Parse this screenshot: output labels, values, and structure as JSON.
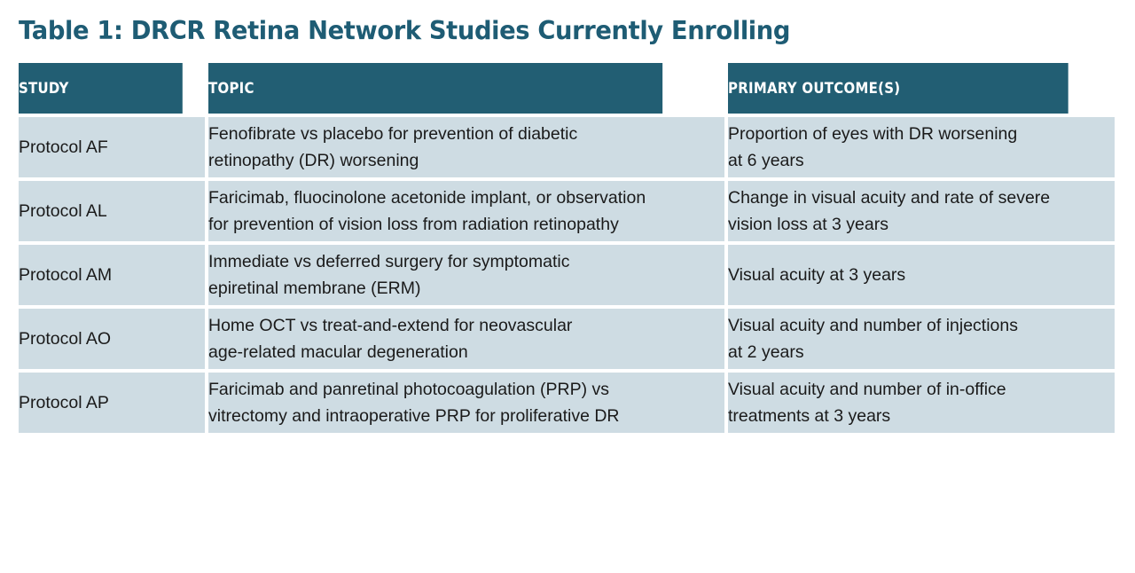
{
  "title": "Table 1: DRCR Retina Network Studies Currently Enrolling",
  "colors": {
    "header_background": "#225E73",
    "header_text": "#FFFFFF",
    "cell_background": "#CEDCE3",
    "cell_text": "#1A1A1A",
    "title_text": "#1E5C74",
    "page_background": "#FFFFFF"
  },
  "table": {
    "columns": [
      {
        "key": "study",
        "label": "STUDY"
      },
      {
        "key": "topic",
        "label": "TOPIC"
      },
      {
        "key": "outcome",
        "label": "PRIMARY OUTCOME(S)"
      }
    ],
    "rows": [
      {
        "study": "Protocol AF",
        "topic": "Fenofibrate vs placebo for prevention of diabetic retinopathy (DR) worsening",
        "topic_lines": [
          "Fenofibrate vs placebo for prevention of diabetic",
          "retinopathy (DR) worsening"
        ],
        "outcome": "Proportion of eyes with DR worsening at 6 years",
        "outcome_lines": [
          "Proportion of eyes with DR worsening",
          "at 6 years"
        ]
      },
      {
        "study": "Protocol AL",
        "topic": "Faricimab, fluocinolone acetonide implant, or observation for prevention of vision loss from radiation retinopathy",
        "topic_lines": [
          "Faricimab, fluocinolone acetonide implant, or observation",
          "for prevention of vision loss from radiation retinopathy"
        ],
        "outcome": "Change in visual acuity and rate of severe vision loss at 3 years",
        "outcome_lines": [
          "Change in visual acuity and rate of severe",
          "vision loss at 3 years"
        ]
      },
      {
        "study": "Protocol AM",
        "topic": "Immediate vs deferred surgery for symptomatic epiretinal membrane (ERM)",
        "topic_lines": [
          "Immediate vs deferred surgery for symptomatic",
          "epiretinal membrane (ERM)"
        ],
        "outcome": "Visual acuity at 3 years",
        "outcome_lines": [
          "Visual acuity at 3 years"
        ]
      },
      {
        "study": "Protocol AO",
        "topic": "Home OCT vs treat-and-extend for neovascular age-related macular degeneration",
        "topic_lines": [
          "Home OCT vs treat-and-extend for neovascular",
          "age-related macular degeneration"
        ],
        "outcome": "Visual acuity and number of injections at 2 years",
        "outcome_lines": [
          "Visual acuity and number of injections",
          "at 2 years"
        ]
      },
      {
        "study": "Protocol AP",
        "topic": "Faricimab and panretinal photocoagulation (PRP) vs vitrectomy and intraoperative PRP for proliferative DR",
        "topic_lines": [
          "Faricimab and panretinal photocoagulation (PRP) vs",
          "vitrectomy and intraoperative PRP for proliferative DR"
        ],
        "outcome": "Visual acuity and number of in-office treatments at 3 years",
        "outcome_lines": [
          "Visual acuity and number of in-office",
          "treatments at 3 years"
        ]
      }
    ]
  }
}
